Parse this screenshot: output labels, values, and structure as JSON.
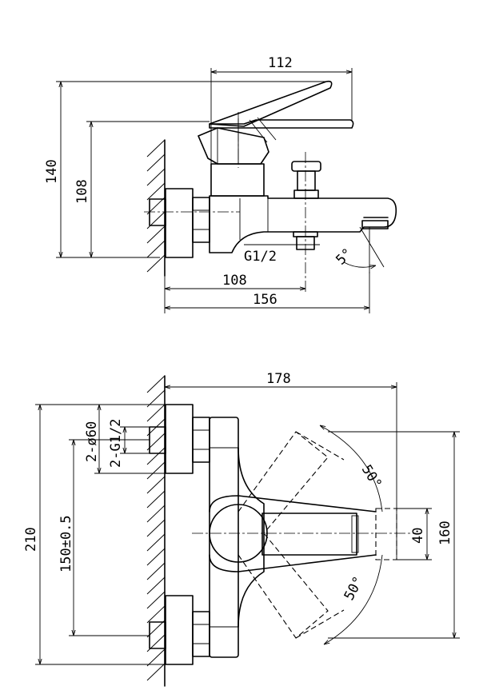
{
  "side_view": {
    "dimensions": {
      "width_top": "112",
      "height_total": "140",
      "height_handle": "108",
      "thread": "G1/2",
      "angle": "5°",
      "outlet_distance": "108",
      "total_depth": "156"
    }
  },
  "top_view": {
    "dimensions": {
      "total_width": "178",
      "inlet_diameter": "2-ø60",
      "inlet_thread": "2-G1/2",
      "total_height": "210",
      "inlet_spacing": "150±0.5",
      "handle_angle_top": "50°",
      "handle_angle_bottom": "50°",
      "spout_width": "40",
      "handle_span": "160"
    }
  }
}
